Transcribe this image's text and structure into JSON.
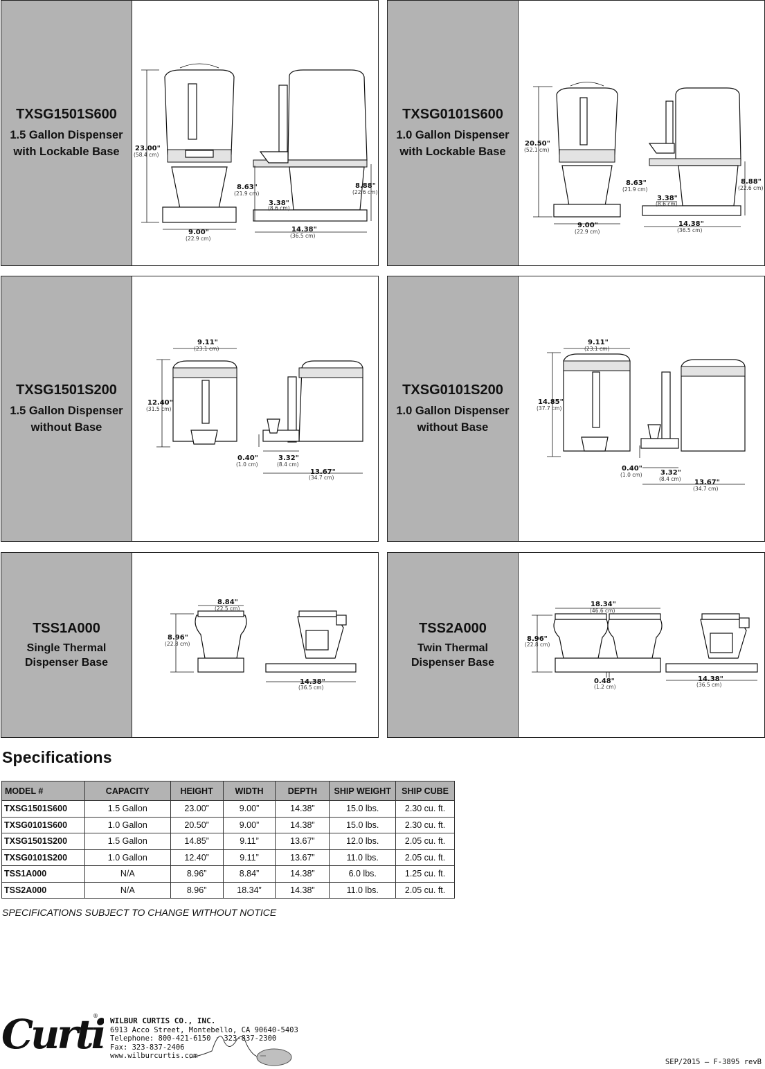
{
  "panels": [
    {
      "model": "TXSG1501S600",
      "desc": "1.5 Gallon Dispenser\nwith Lockable Base",
      "dims": {
        "height": "23.00\"",
        "height_cm": "(58.4 cm)",
        "width": "9.00\"",
        "width_cm": "(22.9 cm)",
        "spout": "8.63\"",
        "spout_cm": "(21.9 cm)",
        "offset": "3.38\"",
        "offset_cm": "(8.6 cm)",
        "base": "8.88\"",
        "base_cm": "(22.6 cm)",
        "depth": "14.38\"",
        "depth_cm": "(36.5 cm)"
      }
    },
    {
      "model": "TXSG0101S600",
      "desc": "1.0 Gallon Dispenser\nwith Lockable Base",
      "dims": {
        "height": "20.50\"",
        "height_cm": "(52.1 cm)",
        "width": "9.00\"",
        "width_cm": "(22.9 cm)",
        "spout": "8.63\"",
        "spout_cm": "(21.9 cm)",
        "offset": "3.38\"",
        "offset_cm": "(8.6 cm)",
        "base": "8.88\"",
        "base_cm": "(22.6 cm)",
        "depth": "14.38\"",
        "depth_cm": "(36.5 cm)"
      }
    },
    {
      "model": "TXSG1501S200",
      "desc": "1.5 Gallon Dispenser\nwithout Base",
      "dims": {
        "width": "9.11\"",
        "width_cm": "(23.1 cm)",
        "height": "12.40\"",
        "height_cm": "(31.5 cm)",
        "gap": "0.40\"",
        "gap_cm": "(1.0 cm)",
        "offset": "3.32\"",
        "offset_cm": "(8.4 cm)",
        "depth": "13.67\"",
        "depth_cm": "(34.7 cm)"
      }
    },
    {
      "model": "TXSG0101S200",
      "desc": "1.0 Gallon Dispenser\nwithout Base",
      "dims": {
        "width": "9.11\"",
        "width_cm": "(23.1 cm)",
        "height": "14.85\"",
        "height_cm": "(37.7 cm)",
        "gap": "0.40\"",
        "gap_cm": "(1.0 cm)",
        "offset": "3.32\"",
        "offset_cm": "(8.4 cm)",
        "depth": "13.67\"",
        "depth_cm": "(34.7 cm)"
      }
    },
    {
      "model": "TSS1A000",
      "desc": "Single Thermal\nDispenser Base",
      "dims": {
        "width": "8.84\"",
        "width_cm": "(22.5 cm)",
        "height": "8.96\"",
        "height_cm": "(22.8 cm)",
        "depth": "14.38\"",
        "depth_cm": "(36.5 cm)"
      }
    },
    {
      "model": "TSS2A000",
      "desc": "Twin Thermal\nDispenser Base",
      "dims": {
        "width": "18.34\"",
        "width_cm": "(46.6 cm)",
        "height": "8.96\"",
        "height_cm": "(22.8 cm)",
        "gap": "0.48\"",
        "gap_cm": "(1.2 cm)",
        "depth": "14.38\"",
        "depth_cm": "(36.5 cm)"
      }
    }
  ],
  "specs": {
    "title": "Specifications",
    "headers": [
      "MODEL #",
      "CAPACITY",
      "HEIGHT",
      "WIDTH",
      "DEPTH",
      "SHIP WEIGHT",
      "SHIP CUBE"
    ],
    "rows": [
      [
        "TXSG1501S600",
        "1.5 Gallon",
        "23.00”",
        "9.00”",
        "14.38”",
        "15.0 lbs.",
        "2.30 cu. ft."
      ],
      [
        "TXSG0101S600",
        "1.0 Gallon",
        "20.50”",
        "9.00”",
        "14.38”",
        "15.0 lbs.",
        "2.30 cu. ft."
      ],
      [
        "TXSG1501S200",
        "1.5 Gallon",
        "14.85”",
        "9.11”",
        "13.67”",
        "12.0 lbs.",
        "2.05 cu. ft."
      ],
      [
        "TXSG0101S200",
        "1.0 Gallon",
        "12.40”",
        "9.11”",
        "13.67”",
        "11.0 lbs.",
        "2.05 cu. ft."
      ],
      [
        "TSS1A000",
        "N/A",
        "8.96”",
        "8.84”",
        "14.38”",
        "6.0 lbs.",
        "1.25 cu. ft."
      ],
      [
        "TSS2A000",
        "N/A",
        "8.96”",
        "18.34”",
        "14.38”",
        "11.0 lbs.",
        "2.05 cu. ft."
      ]
    ],
    "notice": "SPECIFICATIONS SUBJECT TO CHANGE WITHOUT NOTICE"
  },
  "footer": {
    "logo": "Curtis",
    "registered": "®",
    "company": "WILBUR CURTIS CO., INC.",
    "address": "6913 Acco Street, Montebello, CA 90640-5403",
    "telephone": "Telephone: 800-421-6150 · 323-837-2300",
    "fax": "Fax: 323-837-2406",
    "web": "www.wilburcurtis.com",
    "revision": "SEP/2015 – F-3895 revB"
  }
}
